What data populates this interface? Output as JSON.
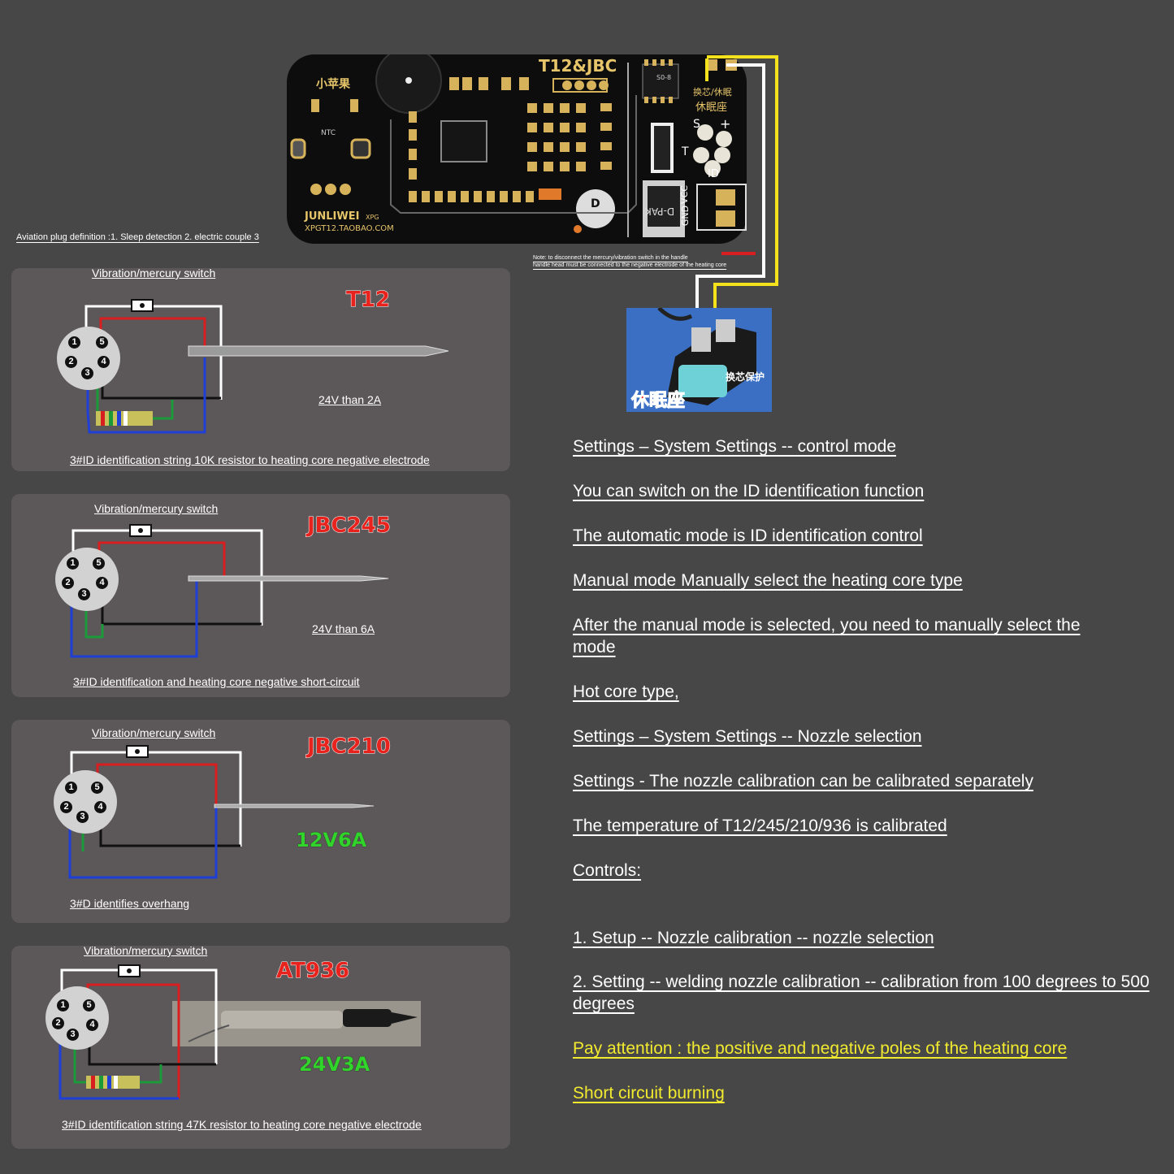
{
  "pcb": {
    "logo": "小苹果",
    "model": "T12&JBC",
    "ntc": "NTC",
    "brand": "JUNLIWEI",
    "brand_suffix": "XPG",
    "site": "XPGT12.TAOBAO.COM",
    "chip": "S0-8",
    "cap_label": "D",
    "dpak": "D-PAK",
    "sleep_label_1": "换芯/休眠",
    "sleep_label_2": "休眠座",
    "pin_s": "S",
    "pin_plus": "+",
    "pin_t": "T",
    "pin_id": "ID",
    "gnd": "GND",
    "vcc": "VCC"
  },
  "aviation_note": "Aviation plug definition :1. Sleep detection  2. electric couple 3",
  "handle_note_line1": "Note: to disconnect the mercury/vibration switch in the handle",
  "handle_note_line2": "handle head must be connected to the negative electrode of the heating core",
  "stand_photo": {
    "label_left": "休眠座",
    "label_right": "换芯保护"
  },
  "panels": [
    {
      "switch_label": "Vibration/mercury switch",
      "title": "T12",
      "voltage": "24V than 2A",
      "caption": "3#ID identification string 10K resistor to heating core negative electrode"
    },
    {
      "switch_label": "Vibration/mercury switch",
      "title": "JBC245",
      "voltage": "24V than 6A",
      "caption": "3#ID identification and heating core negative short-circuit"
    },
    {
      "switch_label": "Vibration/mercury switch",
      "title": "JBC210",
      "voltage": "12V6A",
      "caption": "3#D identifies overhang"
    },
    {
      "switch_label": "Vibration/mercury switch",
      "title": "AT936",
      "voltage": "24V3A",
      "caption": "3#ID identification string 47K resistor to heating core negative electrode"
    }
  ],
  "pins": [
    "1",
    "5",
    "2",
    "4",
    "3"
  ],
  "instructions": [
    "Settings – System Settings -- control mode",
    "You can switch on the ID identification function",
    "The automatic mode is ID identification control",
    "Manual mode Manually select the heating core type",
    "After the manual mode is selected, you need to manually select the mode",
    "Hot core type,",
    "Settings – System Settings -- Nozzle selection",
    "Settings - The nozzle calibration can be calibrated separately",
    "The temperature of T12/245/210/936 is calibrated",
    "Controls:",
    "1.  Setup -- Nozzle calibration -- nozzle selection",
    "2. Setting -- welding nozzle calibration -- calibration from 100 degrees to 500 degrees",
    "Pay attention : the positive and negative poles of the heating core",
    "Short circuit burning"
  ],
  "colors": {
    "background": "#474747",
    "panel": "#5c5759",
    "wire_red": "#d81e1e",
    "wire_blue": "#1f3fd6",
    "wire_green": "#1b9a3a",
    "wire_black": "#111111",
    "wire_white": "#ffffff",
    "wire_yellow": "#f4e21c",
    "warning_text": "#f2ea2e",
    "voltage_green": "#31d42a",
    "title_red": "#e8231e"
  }
}
